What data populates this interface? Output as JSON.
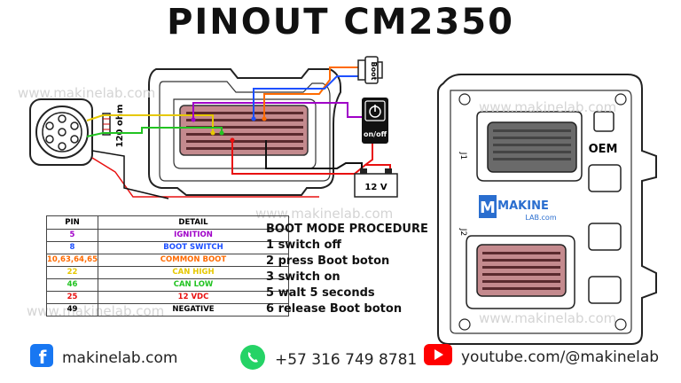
{
  "title": "PINOUT CM2350",
  "watermark": "www.makinelab.com",
  "labels": {
    "boot": "Boot",
    "onoff": "on/off",
    "battery": "12 V",
    "resistor": "120 ohm",
    "oem": "OEM",
    "j1": "J1",
    "j2": "J2",
    "logo_main": "MAKINE",
    "logo_sub": "LAB.com"
  },
  "table": {
    "headers": [
      "PIN",
      "DETAIL"
    ],
    "rows": [
      {
        "pin": "5",
        "detail": "IGNITION",
        "color": "#a000c8"
      },
      {
        "pin": "8",
        "detail": "BOOT SWITCH",
        "color": "#1e50ff"
      },
      {
        "pin": "10,63,64,65",
        "detail": "COMMON BOOT",
        "color": "#ff6a00"
      },
      {
        "pin": "22",
        "detail": "CAN HIGH",
        "color": "#e6c800"
      },
      {
        "pin": "46",
        "detail": "CAN LOW",
        "color": "#22c322"
      },
      {
        "pin": "25",
        "detail": "12 VDC",
        "color": "#e81010"
      },
      {
        "pin": "49",
        "detail": "NEGATIVE",
        "color": "#000000"
      }
    ]
  },
  "procedure": {
    "heading": "BOOT MODE PROCEDURE",
    "steps": [
      "1 switch off",
      "2 press Boot boton",
      "3 switch on",
      "5 walt 5 seconds",
      "6 release Boot boton"
    ]
  },
  "footer": {
    "website": "makinelab.com",
    "phone": "+57 316 749 8781",
    "youtube": "youtube.com/@makinelab"
  },
  "colors": {
    "facebook": "#1877f2",
    "whatsapp": "#25d366",
    "youtube": "#ff0000",
    "connector_fill": "#c48a8e",
    "logo_blue": "#2a6ecf"
  }
}
